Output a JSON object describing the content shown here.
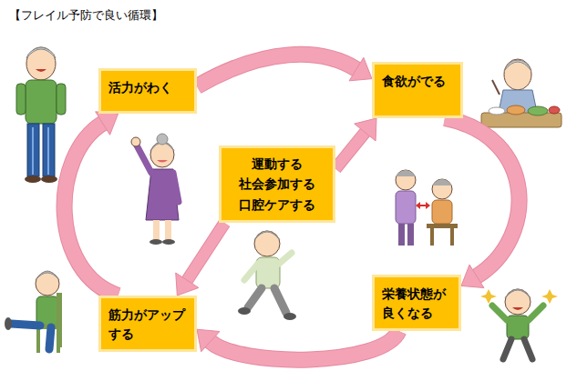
{
  "diagram": {
    "title": "【フレイル予防で良い循環】",
    "nodes": [
      {
        "text": [
          "活力がわく"
        ]
      },
      {
        "text": [
          "食欲がでる"
        ]
      },
      {
        "text": [
          "運動する",
          "社会参加する",
          "口腔ケアする"
        ]
      },
      {
        "text": [
          "栄養状態が 良くなる"
        ]
      },
      {
        "text": [
          "筋力がアップ する"
        ]
      }
    ],
    "edges": [
      {
        "from": 0,
        "to": 1,
        "arrow": "to"
      },
      {
        "from": 1,
        "to": 3,
        "arrow": "to"
      },
      {
        "from": 3,
        "to": 4,
        "arrow": "to"
      },
      {
        "from": 4,
        "to": 0,
        "arrow": "to"
      },
      {
        "from": 2,
        "to": 1,
        "arrow": "to"
      },
      {
        "from": 2,
        "to": 4,
        "arrow": "to"
      }
    ]
  }
}
